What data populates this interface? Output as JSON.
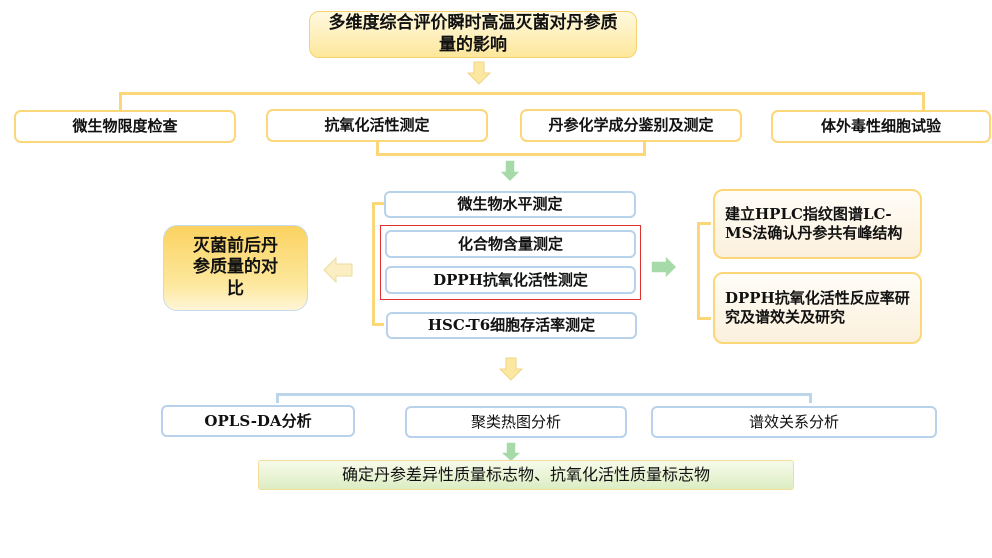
{
  "title": "多维度综合评价瞬时高温灭菌对丹参质量的影响",
  "level1": [
    {
      "label": "微生物限度检查"
    },
    {
      "label": "抗氧化活性测定"
    },
    {
      "label": "丹参化学成分鉴别及测定"
    },
    {
      "label": "体外毒性细胞试验"
    }
  ],
  "comparison": {
    "label": "灭菌前后丹参质量的对比"
  },
  "measurements": [
    {
      "label": "微生物水平测定"
    },
    {
      "label": "化合物含量测定"
    },
    {
      "label": "DPPH抗氧化活性测定"
    },
    {
      "label": "HSC-T6细胞存活率测定"
    }
  ],
  "notes": [
    {
      "label": "建立HPLC指纹图谱LC-MS法确认丹参共有峰结构"
    },
    {
      "label": "DPPH抗氧化活性反应率研究及谱效关及研究"
    }
  ],
  "analyses": [
    {
      "label": "OPLS-DA分析"
    },
    {
      "label": "聚类热图分析"
    },
    {
      "label": "谱效关系分析"
    }
  ],
  "conclusion": {
    "label": "确定丹参差异性质量标志物、抗氧化活性质量标志物"
  },
  "colors": {
    "yellow_border": "#fcd77a",
    "blue_border": "#b7d2ea",
    "highlight_frame": "#e03030",
    "green_arrow": "#9fd6a3",
    "yellow_arrow": "#fbe7a0"
  }
}
